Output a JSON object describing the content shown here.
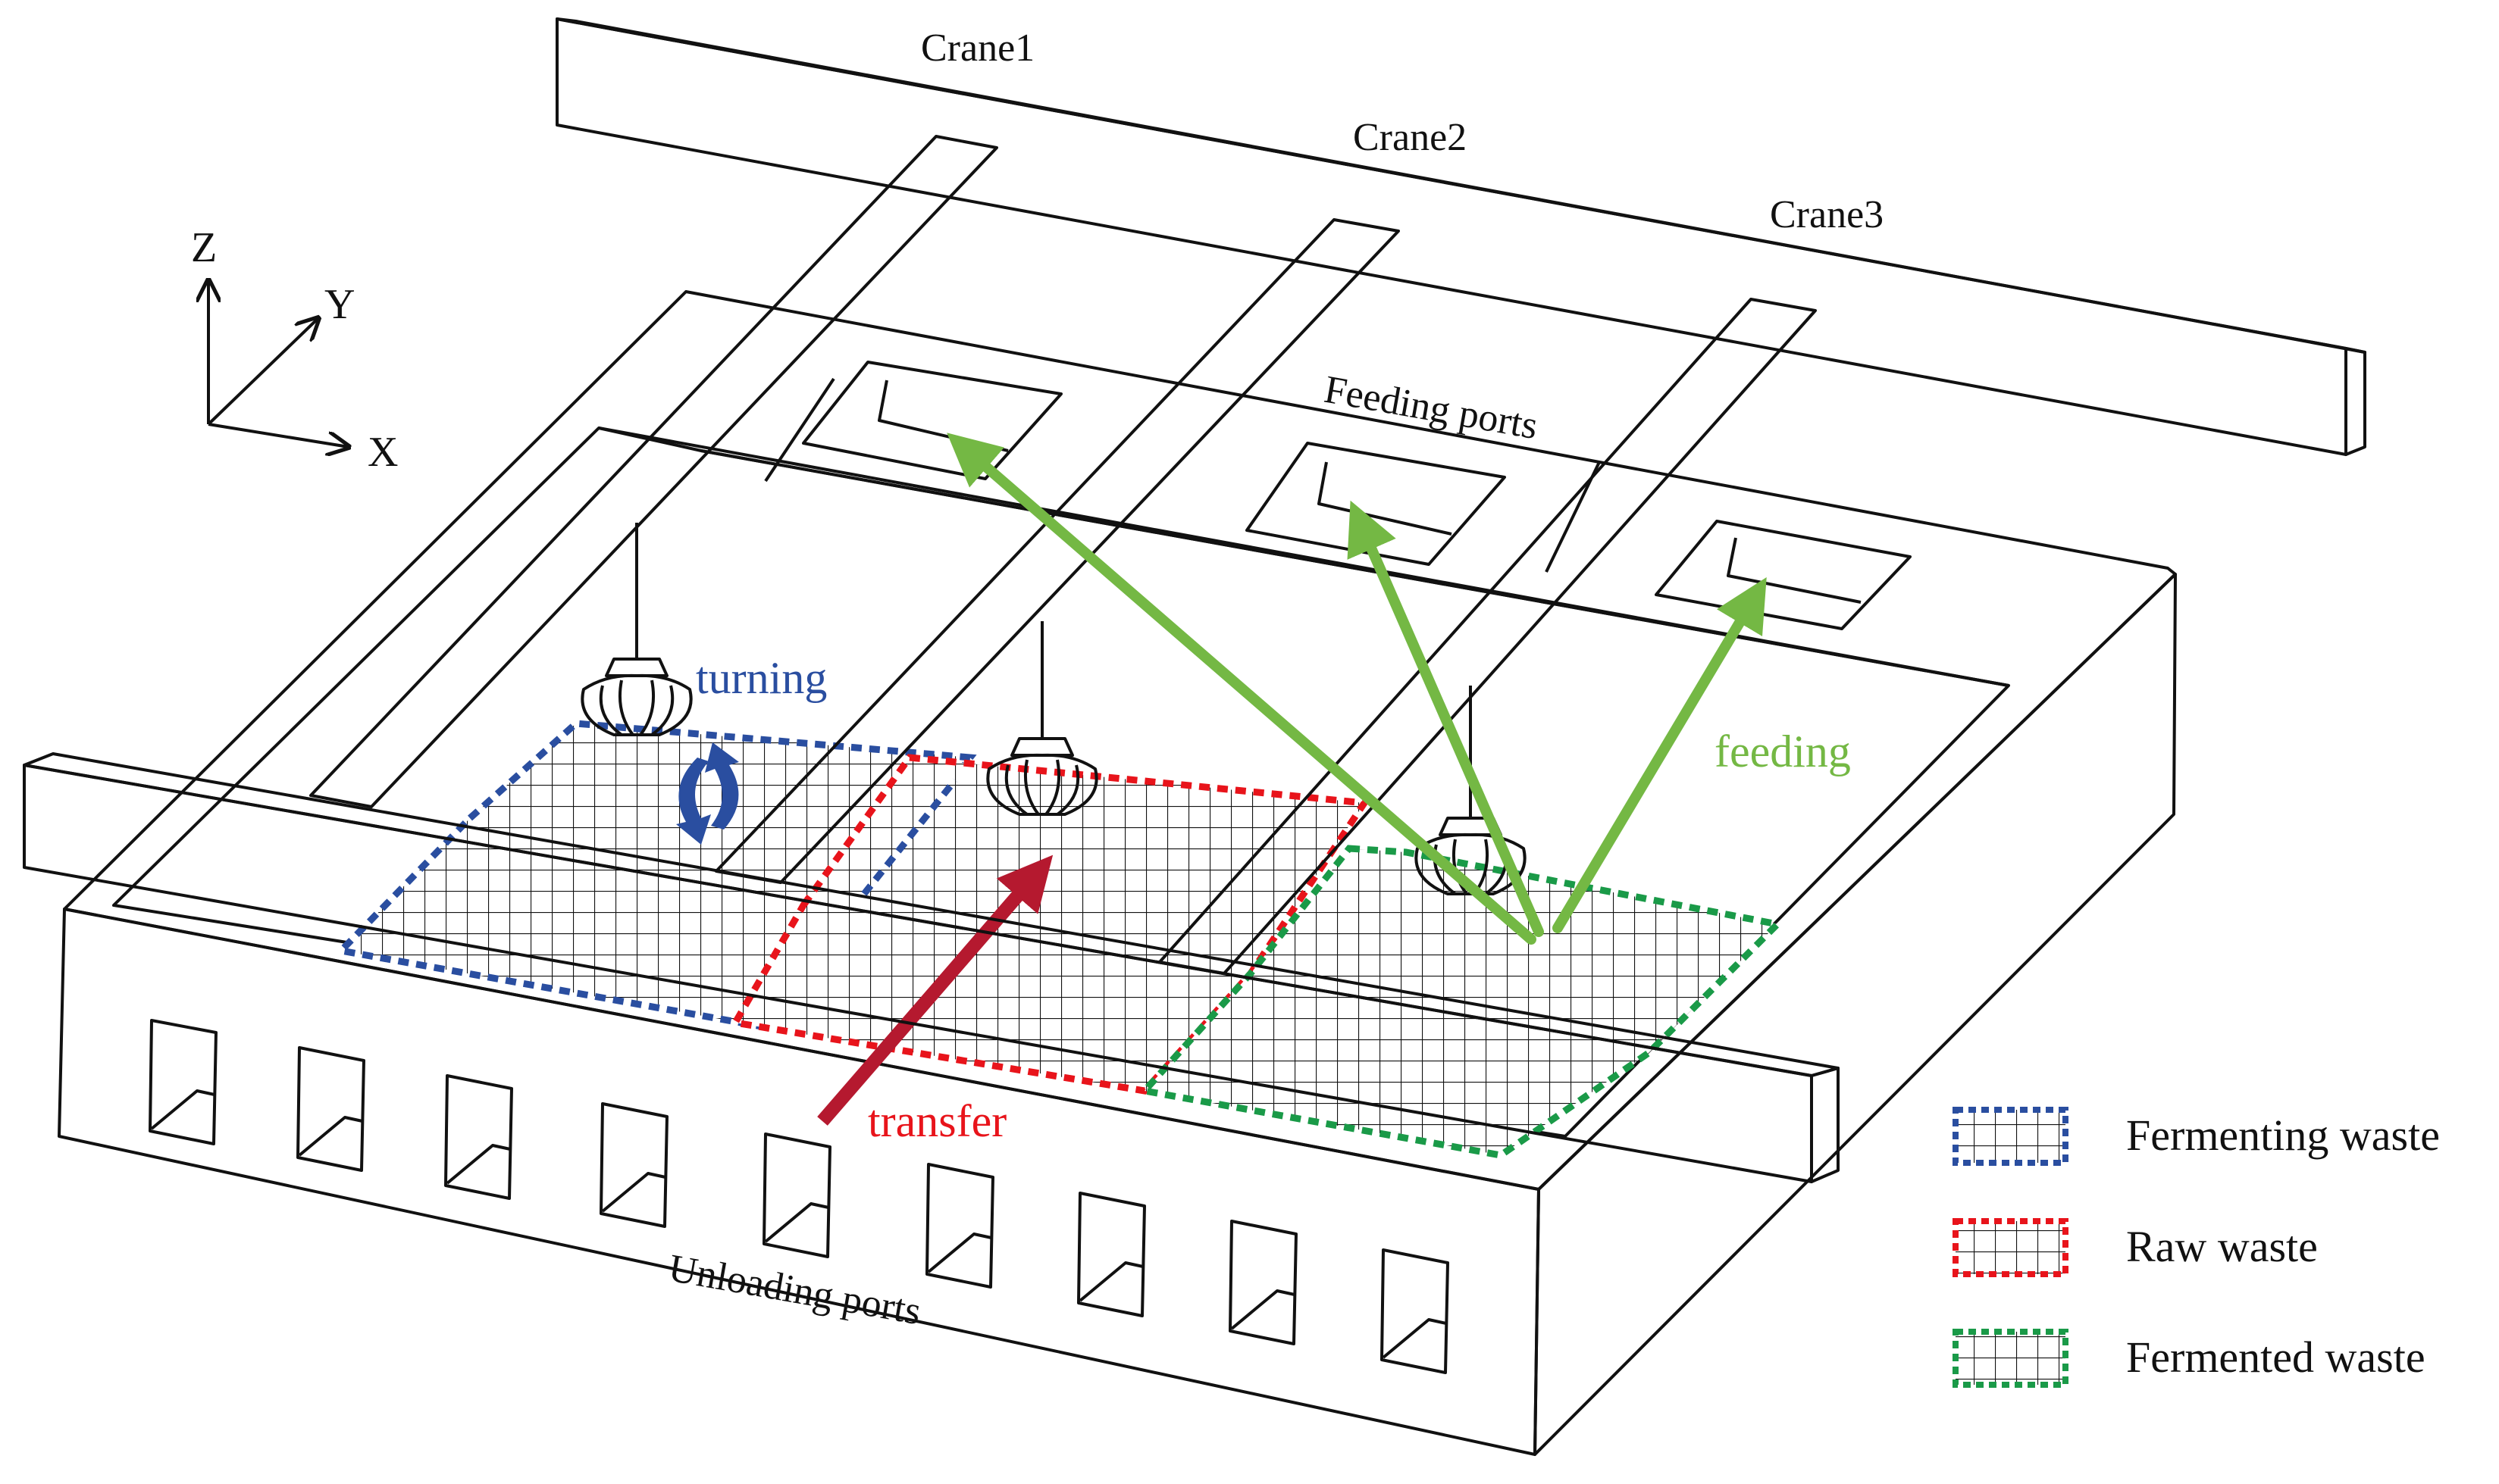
{
  "cranes": {
    "crane1": "Crane1",
    "crane2": "Crane2",
    "crane3": "Crane3"
  },
  "ports": {
    "feeding": "Feeding ports",
    "unloading": "Unloading ports"
  },
  "axes": {
    "x": "X",
    "y": "Y",
    "z": "Z"
  },
  "operations": {
    "turning": "turning",
    "transfer": "transfer",
    "feeding": "feeding"
  },
  "legend": [
    {
      "label": "Fermenting waste",
      "color": "#2a4ea0"
    },
    {
      "label": "Raw waste",
      "color": "#e8141b"
    },
    {
      "label": "Fermented waste",
      "color": "#1a9a48"
    }
  ],
  "colors": {
    "turning": "#2a4ea0",
    "transfer": "#c8102e",
    "feeding": "#74b844",
    "transfer_arrow": "#b5192f"
  }
}
